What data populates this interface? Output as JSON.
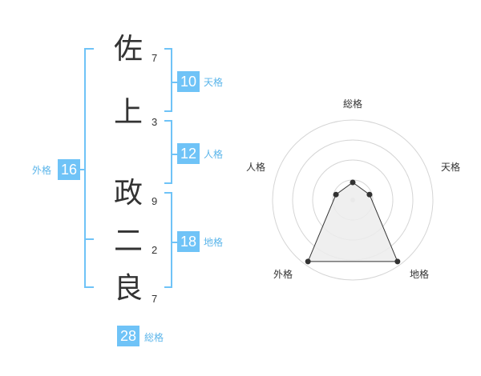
{
  "colors": {
    "accent": "#6fc3f7",
    "accent_text": "#5bb5ea",
    "text": "#333333",
    "grid": "#d5d5d5",
    "polygon_fill": "#ececec",
    "polygon_stroke": "#333333"
  },
  "name": {
    "characters": [
      {
        "char": "佐",
        "strokes": "7"
      },
      {
        "char": "上",
        "strokes": "3"
      },
      {
        "char": "政",
        "strokes": "9"
      },
      {
        "char": "二",
        "strokes": "2"
      },
      {
        "char": "良",
        "strokes": "7"
      }
    ]
  },
  "fortune": {
    "tenkaku": {
      "value": "10",
      "label": "天格"
    },
    "jinkaku": {
      "value": "12",
      "label": "人格"
    },
    "chikaku": {
      "value": "18",
      "label": "地格"
    },
    "gaikaku": {
      "value": "16",
      "label": "外格"
    },
    "soukaku": {
      "value": "28",
      "label": "総格"
    }
  },
  "chart_data": {
    "type": "radar",
    "axes": [
      "総格",
      "天格",
      "地格",
      "外格",
      "人格"
    ],
    "series": [
      {
        "values": [
          0.22,
          0.22,
          0.95,
          0.95,
          0.22
        ]
      }
    ],
    "rings": 4,
    "range": [
      0,
      1
    ]
  }
}
